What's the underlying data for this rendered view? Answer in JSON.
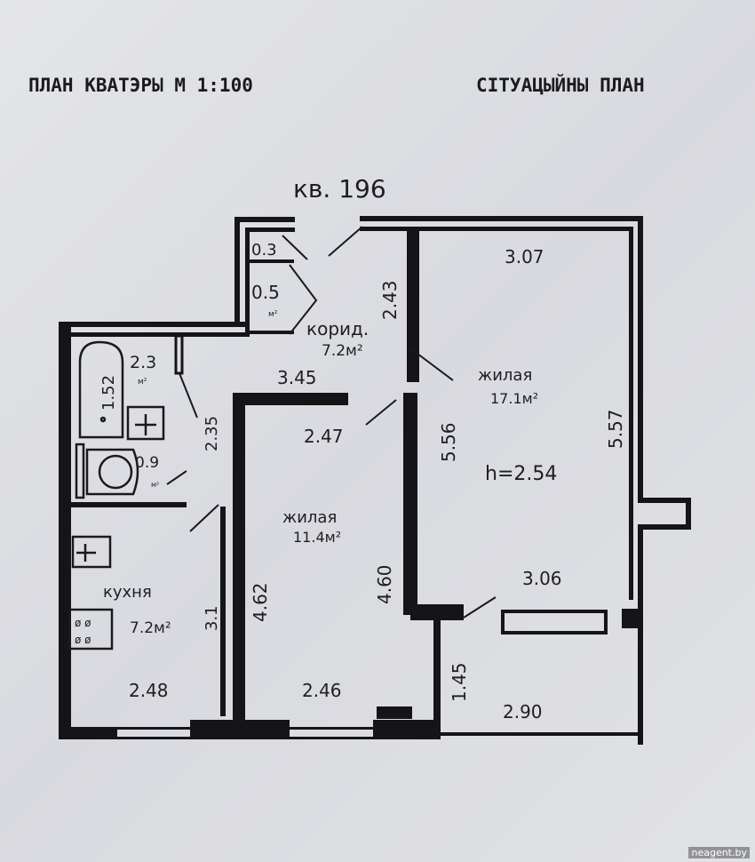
{
  "header": {
    "left_title": "ПЛАН КВАТЭРЫ  М  1:100",
    "right_title": "СІТУАЦЫЙНЫ ПЛАН"
  },
  "apartment_label": "кв. 196",
  "rooms": {
    "closet_small": {
      "area": "0.3"
    },
    "closet": {
      "area": "0.5",
      "unit": "м²"
    },
    "corridor": {
      "name": "корид.",
      "area": "7.2м²"
    },
    "bathroom": {
      "area": "2.3",
      "unit": "м²"
    },
    "toilet": {
      "area": "0.9",
      "unit": "м²"
    },
    "kitchen": {
      "name": "кухня",
      "area": "7.2м²"
    },
    "living_small": {
      "name": "жилая",
      "area": "11.4м²"
    },
    "living_large": {
      "name": "жилая",
      "area": "17.1м²",
      "height": "h=2.54"
    }
  },
  "dimensions": {
    "corridor_height": "2.43",
    "bath_length": "1.52",
    "bath_side": "2.35",
    "corridor_width": "3.45",
    "living_small_top": "2.47",
    "living_small_left": "4.62",
    "living_small_right": "4.60",
    "living_small_bottom": "2.46",
    "kitchen_side": "3.1",
    "kitchen_bottom": "2.48",
    "living_large_top": "3.07",
    "living_large_left": "5.56",
    "living_large_right": "5.57",
    "living_large_bottom": "3.06",
    "balcony_side": "1.45",
    "balcony_width": "2.90"
  },
  "watermark": "neagent.by"
}
